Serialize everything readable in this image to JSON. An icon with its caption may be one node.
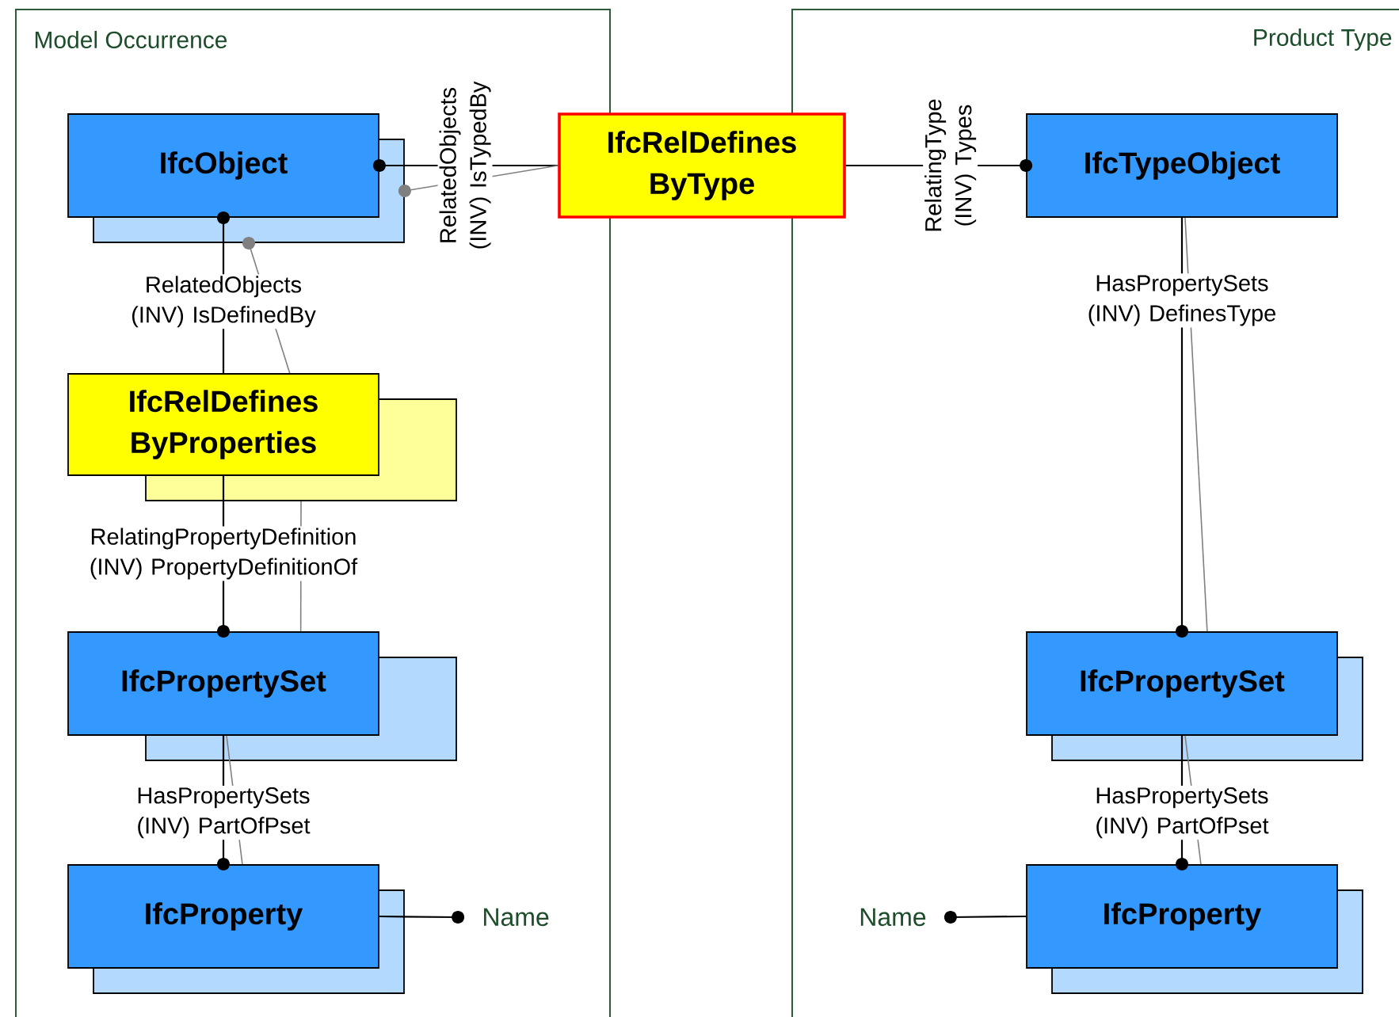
{
  "diagram": {
    "nodes": [
      {
        "text": [
          "Model Occurrence"
        ]
      },
      {
        "text": [
          "IfcObject"
        ],
        "in": 0
      },
      {
        "text": [
          "IfcRelDefines ByProperties"
        ],
        "in": 0
      },
      {
        "text": [
          "IfcPropertySet"
        ],
        "in": 0
      },
      {
        "text": [
          "IfcProperty"
        ],
        "in": 0
      },
      {
        "text": [
          "Name"
        ],
        "in": 0
      },
      {
        "text": [
          "Product Type"
        ]
      },
      {
        "text": [
          "IfcTypeObject"
        ],
        "in": 6
      },
      {
        "text": [
          "IfcPropertySet"
        ],
        "in": 6
      },
      {
        "text": [
          "IfcProperty"
        ],
        "in": 6
      },
      {
        "text": [
          "Name"
        ],
        "in": 6
      },
      {
        "text": [
          "IfcRelDefines ByType"
        ]
      }
    ],
    "edges": [
      {
        "from": 11,
        "to": 1,
        "arrow": "other",
        "label": "RelatedObjects (INV) IsTypedBy"
      },
      {
        "from": 11,
        "to": 1,
        "arrow": "other",
        "color": "#808080"
      },
      {
        "from": 11,
        "to": 7,
        "arrow": "other",
        "label": "RelatingType (INV) Types"
      },
      {
        "from": 2,
        "to": 1,
        "arrow": "other",
        "label": "RelatedObjects (INV) IsDefinedBy"
      },
      {
        "from": 2,
        "to": 1,
        "arrow": "other",
        "color": "#808080"
      },
      {
        "from": 2,
        "to": 3,
        "arrow": "other",
        "label": "RelatingPropertyDefinition (INV) PropertyDefinitionOf"
      },
      {
        "from": 2,
        "to": 3,
        "arrow": "none",
        "color": "#808080"
      },
      {
        "from": 3,
        "to": 4,
        "arrow": "other",
        "label": "HasPropertySets (INV) PartOfPset"
      },
      {
        "from": 3,
        "to": 4,
        "arrow": "none",
        "color": "#808080"
      },
      {
        "from": 4,
        "to": 5,
        "arrow": "other"
      },
      {
        "from": 7,
        "to": 8,
        "arrow": "other",
        "label": "HasPropertySets (INV) DefinesType"
      },
      {
        "from": 7,
        "to": 8,
        "arrow": "none",
        "color": "#808080"
      },
      {
        "from": 8,
        "to": 9,
        "arrow": "other",
        "label": "HasPropertySets (INV) PartOfPset"
      },
      {
        "from": 8,
        "to": 9,
        "arrow": "none",
        "color": "#808080"
      },
      {
        "from": 9,
        "to": 10,
        "arrow": "other"
      }
    ]
  }
}
